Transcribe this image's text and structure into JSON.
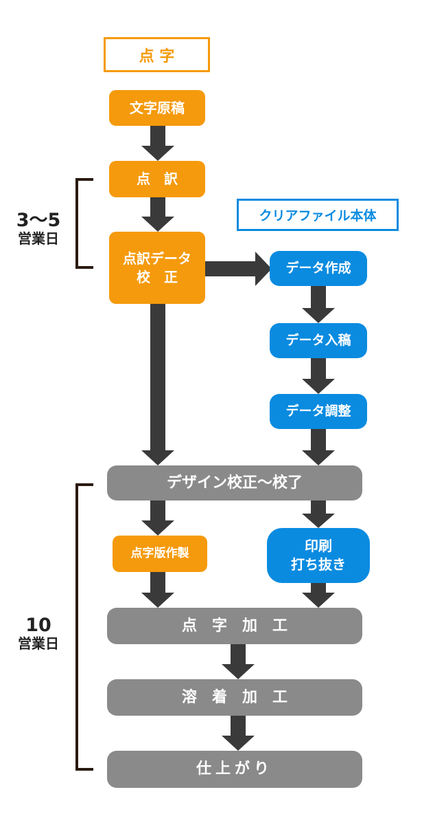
{
  "headers": {
    "braille": "点 字",
    "clear_file": "クリアファイル本体"
  },
  "durations": [
    {
      "days": "3〜5",
      "unit": "営業日"
    },
    {
      "days": "10",
      "unit": "営業日"
    }
  ],
  "steps": {
    "manuscript": "文字原稿",
    "translation": "点　訳",
    "proof": "点訳データ\n校　正",
    "data_create": "データ作成",
    "data_submit": "データ入稿",
    "data_adjust": "データ調整",
    "design_proof": "デザイン校正〜校了",
    "plate": "点字版作製",
    "print_cut": "印刷\n打ち抜き",
    "braille_process": "点　字　加　工",
    "weld_process": "溶　着　加　工",
    "finish": "仕上がり"
  },
  "colors": {
    "orange": "#f59a0c",
    "blue": "#0a8be0",
    "gray": "#8a8a8a",
    "arrow": "#3a3a3a"
  }
}
